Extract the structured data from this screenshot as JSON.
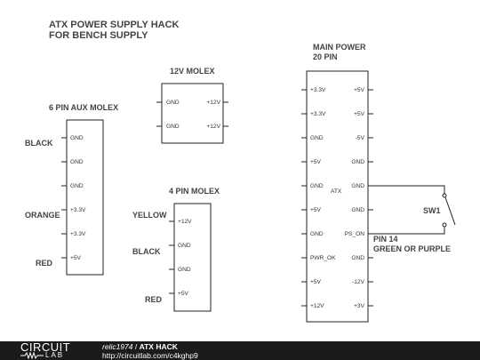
{
  "title_lines": [
    "ATX POWER SUPPLY HACK",
    "FOR BENCH SUPPLY"
  ],
  "connectors": {
    "molex12v": {
      "title": "12V MOLEX",
      "left": [
        "GND",
        "GND"
      ],
      "right": [
        "+12V",
        "+12V"
      ]
    },
    "aux6": {
      "title": "6 PIN AUX MOLEX",
      "pins": [
        "GND",
        "GND",
        "GND",
        "+3.3V",
        "+3.3V",
        "+5V"
      ]
    },
    "molex4": {
      "title": "4 PIN MOLEX",
      "pins": [
        "+12V",
        "GND",
        "GND",
        "+5V"
      ]
    },
    "main": {
      "title_lines": [
        "MAIN POWER",
        "20 PIN"
      ],
      "label": "ATX",
      "left": [
        "+3.3V",
        "+3.3V",
        "GND",
        "+5V",
        "GND",
        "+5V",
        "GND",
        "PWR_OK",
        "+5V",
        "+12V"
      ],
      "right": [
        "+5V",
        "+5V",
        "-5V",
        "GND",
        "GND",
        "GND",
        "PS_ON",
        "GND",
        "-12V",
        "+3V"
      ]
    }
  },
  "wire_colors": {
    "aux": [
      "BLACK",
      "ORANGE",
      "RED"
    ],
    "molex4": [
      "YELLOW",
      "BLACK",
      "RED"
    ]
  },
  "switch": {
    "label": "SW1"
  },
  "note_lines": [
    "PIN 14",
    "GREEN OR PURPLE"
  ],
  "footer": {
    "logo_top": "CIRCUIT",
    "logo_bottom": "LAB",
    "author": "relic1974",
    "separator": " / ",
    "design": "ATX HACK",
    "url": "http://circuitlab.com/c4kghp9"
  }
}
